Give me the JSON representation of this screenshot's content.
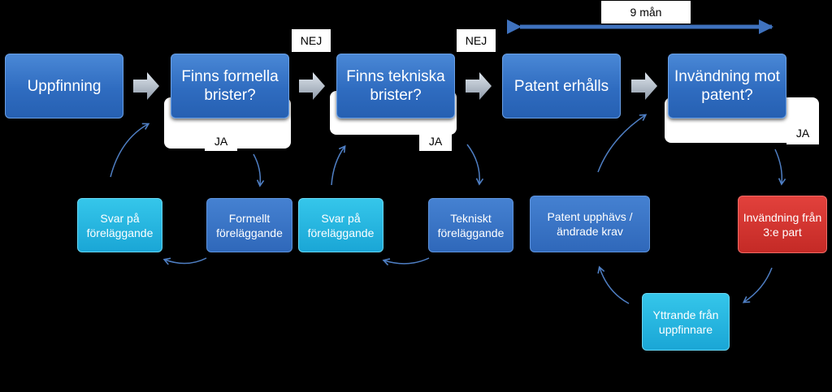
{
  "labels": {
    "nej": "NEJ",
    "ja": "JA",
    "duration": "9 mån"
  },
  "main_boxes": {
    "invention": "Uppfinning",
    "formal_defects": "Finns formella brister?",
    "technical_defects": "Finns tekniska brister?",
    "patent_granted": "Patent erhålls",
    "opposition": "Invändning mot patent?"
  },
  "sub_boxes": {
    "reply1": "Svar på föreläggande",
    "formal_order": "Formellt föreläggande",
    "reply2": "Svar på föreläggande",
    "technical_order": "Tekniskt föreläggande",
    "revoked": "Patent upphävs / ändrade krav",
    "third_party": "Invändning från 3:e part",
    "inventor_statement": "Yttrande från uppfinnare"
  },
  "colors": {
    "main": "#2f6cc0",
    "reply": "#1aa6d6",
    "third_party": "#c42a26",
    "arrow": "#4f7fc4"
  }
}
